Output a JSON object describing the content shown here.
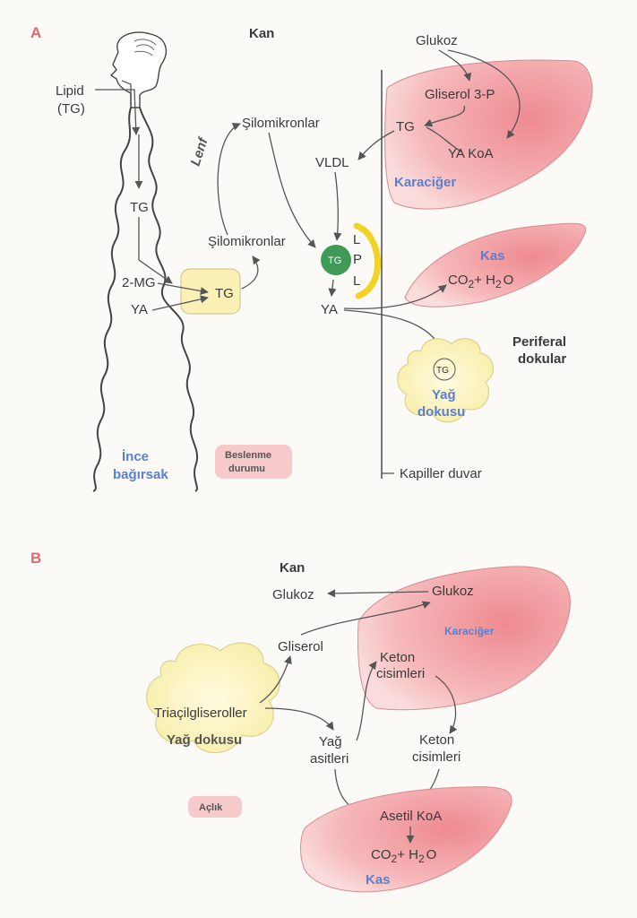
{
  "panel_a": {
    "letter": "A",
    "blood_title": "Kan",
    "lipid_label": "Lipid",
    "lipid_tg_label": "(TG)",
    "tg_intestine": "TG",
    "mg_label": "2-MG",
    "fa_label": "YA",
    "enterocyte_tg": "TG",
    "lymph_label": "Lenf",
    "chylomicrons_top": "Şilomikronlar",
    "chylomicrons_low": "Şilomikronlar",
    "vldl": "VLDL",
    "tg_circle": "TG",
    "lpl_l1": "L",
    "lpl_p": "P",
    "lpl_l2": "L",
    "fa_blood": "YA",
    "glucose": "Glukoz",
    "glycerol3p": "Gliserol 3-P",
    "liver_tg": "TG",
    "acyl_coa": "YA KoA",
    "liver_name": "Karaciğer",
    "muscle_name": "Kas",
    "co2": "CO",
    "co2_sub": "2",
    "plus_h": "+ H",
    "h2o_sub": "2",
    "h2o_o": "O",
    "peripheral_1": "Periferal",
    "peripheral_2": "dokular",
    "adipose_tg": "TG",
    "adipose_1": "Yağ",
    "adipose_2": "dokusu",
    "intestine_1": "İnce",
    "intestine_2": "bağırsak",
    "fed_1": "Beslenme",
    "fed_2": "durumu",
    "capillary_wall": "Kapiller duvar"
  },
  "panel_b": {
    "letter": "B",
    "blood_title": "Kan",
    "glucose_blood": "Glukoz",
    "glucose_liver": "Glukoz",
    "liver_name": "Karaciğer",
    "glycerol": "Gliserol",
    "ketone_1a": "Keton",
    "ketone_1b": "cisimleri",
    "ketone_2a": "Keton",
    "ketone_2b": "cisimleri",
    "tag": "Triaçilgliseroller",
    "adipose": "Yağ dokusu",
    "fa_1": "Yağ",
    "fa_2": "asitleri",
    "acetyl_coa": "Asetil KoA",
    "co2": "CO",
    "co2_sub": "2",
    "plus_h": "+ H",
    "h2o_sub": "2",
    "h2o_o": "O",
    "muscle_name": "Kas",
    "fasting": "Açlık"
  },
  "colors": {
    "accent_red": "#e26a6a",
    "organ_pink": "#f0a3a6",
    "fat_yellow": "#fbf1b6",
    "lpl_yellow": "#f2d323",
    "tg_green": "#3f9a57",
    "label_blue": "#5a7fd0"
  }
}
